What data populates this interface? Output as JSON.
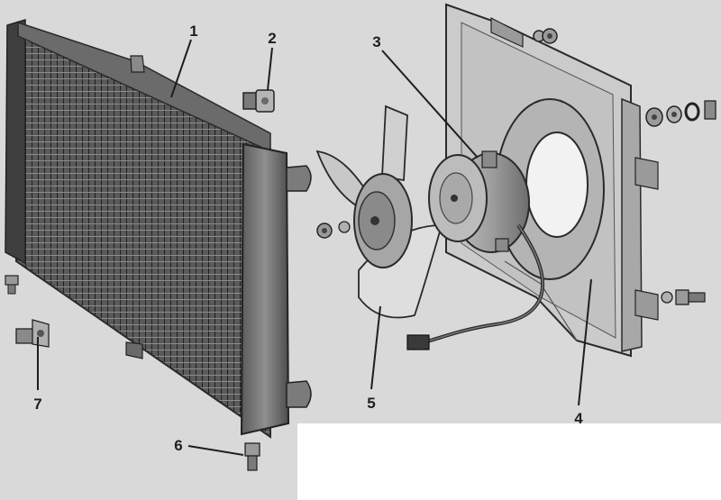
{
  "labels": {
    "l1": "1",
    "l2": "2",
    "l3": "3",
    "l4": "4",
    "l5": "5",
    "l6": "6",
    "l7": "7"
  },
  "colors": {
    "paper": "#d9d9d9",
    "metal_light": "#cfcfcf",
    "metal_mid": "#9a9a9a",
    "metal_dark": "#4a4a4a",
    "ink": "#1e1e1e"
  }
}
